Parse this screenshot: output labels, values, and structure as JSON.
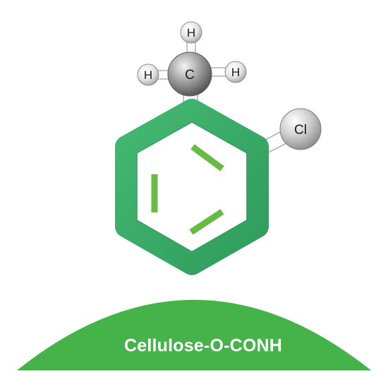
{
  "molecule": {
    "carbon_label": "C",
    "hydrogen_label": "H",
    "chlorine_label": "Cl",
    "ring_color": "#3aaa66",
    "double_bond_color": "#66bb44"
  },
  "support": {
    "label": "Cellulose-O-CONH",
    "color": "#45b34a"
  }
}
